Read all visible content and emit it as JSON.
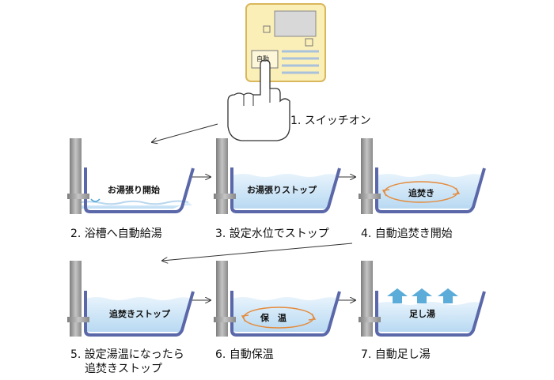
{
  "panel": {
    "button_label": "自動"
  },
  "steps": {
    "s1": {
      "label": "1. スイッチオン"
    },
    "s2": {
      "label": "2. 浴槽へ自動給湯",
      "tub_text": "お湯張り開始"
    },
    "s3": {
      "label": "3. 設定水位でストップ",
      "tub_text": "お湯張りストップ"
    },
    "s4": {
      "label": "4. 自動追焚き開始",
      "tub_text": "追焚き"
    },
    "s5": {
      "label_line1": "5. 設定湯温になったら",
      "label_line2": "追焚きストップ",
      "tub_text": "追焚きストップ"
    },
    "s6": {
      "label": "6. 自動保温",
      "tub_text": "保　温"
    },
    "s7": {
      "label": "7. 自動足し湯",
      "tub_text": "足し湯"
    }
  },
  "colors": {
    "water": "#cfe7f8",
    "tub_outline": "#5a67a8",
    "pipe": "#9a9a9a",
    "panel_body": "#fbefb8",
    "panel_border": "#d9b75c",
    "circulation": "#e58a3a",
    "arrow_up": "#4aa3d6"
  }
}
